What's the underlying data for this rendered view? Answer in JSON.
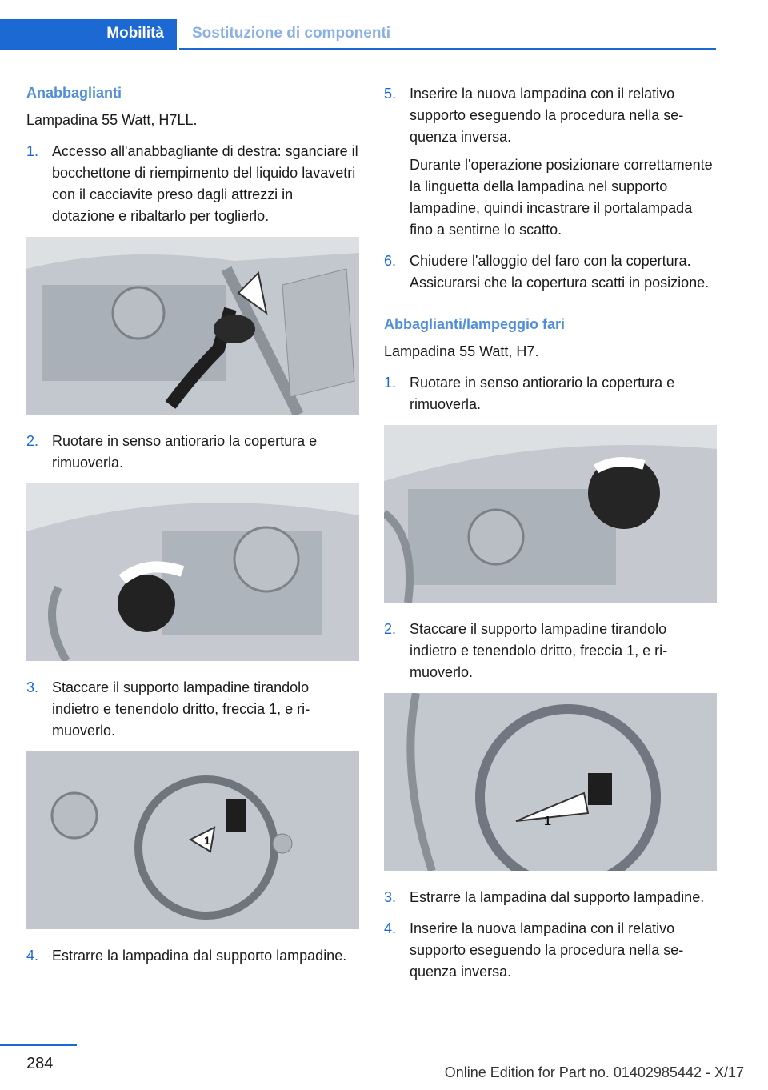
{
  "header": {
    "section": "Mobilità",
    "subsection": "Sostituzione di componenti"
  },
  "left": {
    "title": "Anabbaglianti",
    "bulb": "Lampadina 55 Watt, H7LL.",
    "steps": [
      {
        "num": "1.",
        "text": "Accesso all'anabbagliante di destra: sgan­ciare il bocchettone di riempimento del li­quido lavavetri con il cacciavite preso dagli attrezzi in dotazione e ribaltarlo per to­glierlo."
      },
      {
        "num": "2.",
        "text": "Ruotare in senso antiorario la copertura e rimuoverla."
      },
      {
        "num": "3.",
        "text": "Staccare il supporto lampadine tirandolo indietro e tenendolo dritto, freccia 1, e ri­muoverlo."
      },
      {
        "num": "4.",
        "text": "Estrarre la lampadina dal supporto lampa­dine."
      }
    ],
    "figure_labels": [
      "1"
    ]
  },
  "right": {
    "steps_top": [
      {
        "num": "5.",
        "text": "Inserire la nuova lampadina con il relativo supporto eseguendo la procedura nella se­quenza inversa.",
        "note": "Durante l'operazione posizionare corretta­mente la linguetta della lampadina nel sup­porto lampadine, quindi incastrare il porta­lampada fino a sentirne lo scatto."
      },
      {
        "num": "6.",
        "text": "Chiudere l'alloggio del faro con la coper­tura. Assicurarsi che la copertura scatti in posizione."
      }
    ],
    "title": "Abbaglianti/lampeggio fari",
    "bulb": "Lampadina 55 Watt, H7.",
    "steps": [
      {
        "num": "1.",
        "text": "Ruotare in senso antiorario la copertura e rimuoverla."
      },
      {
        "num": "2.",
        "text": "Staccare il supporto lampadine tirandolo indietro e tenendolo dritto, freccia 1, e ri­muoverlo."
      },
      {
        "num": "3.",
        "text": "Estrarre la lampadina dal supporto lampa­dine."
      },
      {
        "num": "4.",
        "text": "Inserire la nuova lampadina con il relativo supporto eseguendo la procedura nella se­quenza inversa."
      }
    ],
    "figure_labels": [
      "1"
    ]
  },
  "footer": {
    "page": "284",
    "edition": "Online Edition for Part no. 01402985442 - X/17"
  }
}
